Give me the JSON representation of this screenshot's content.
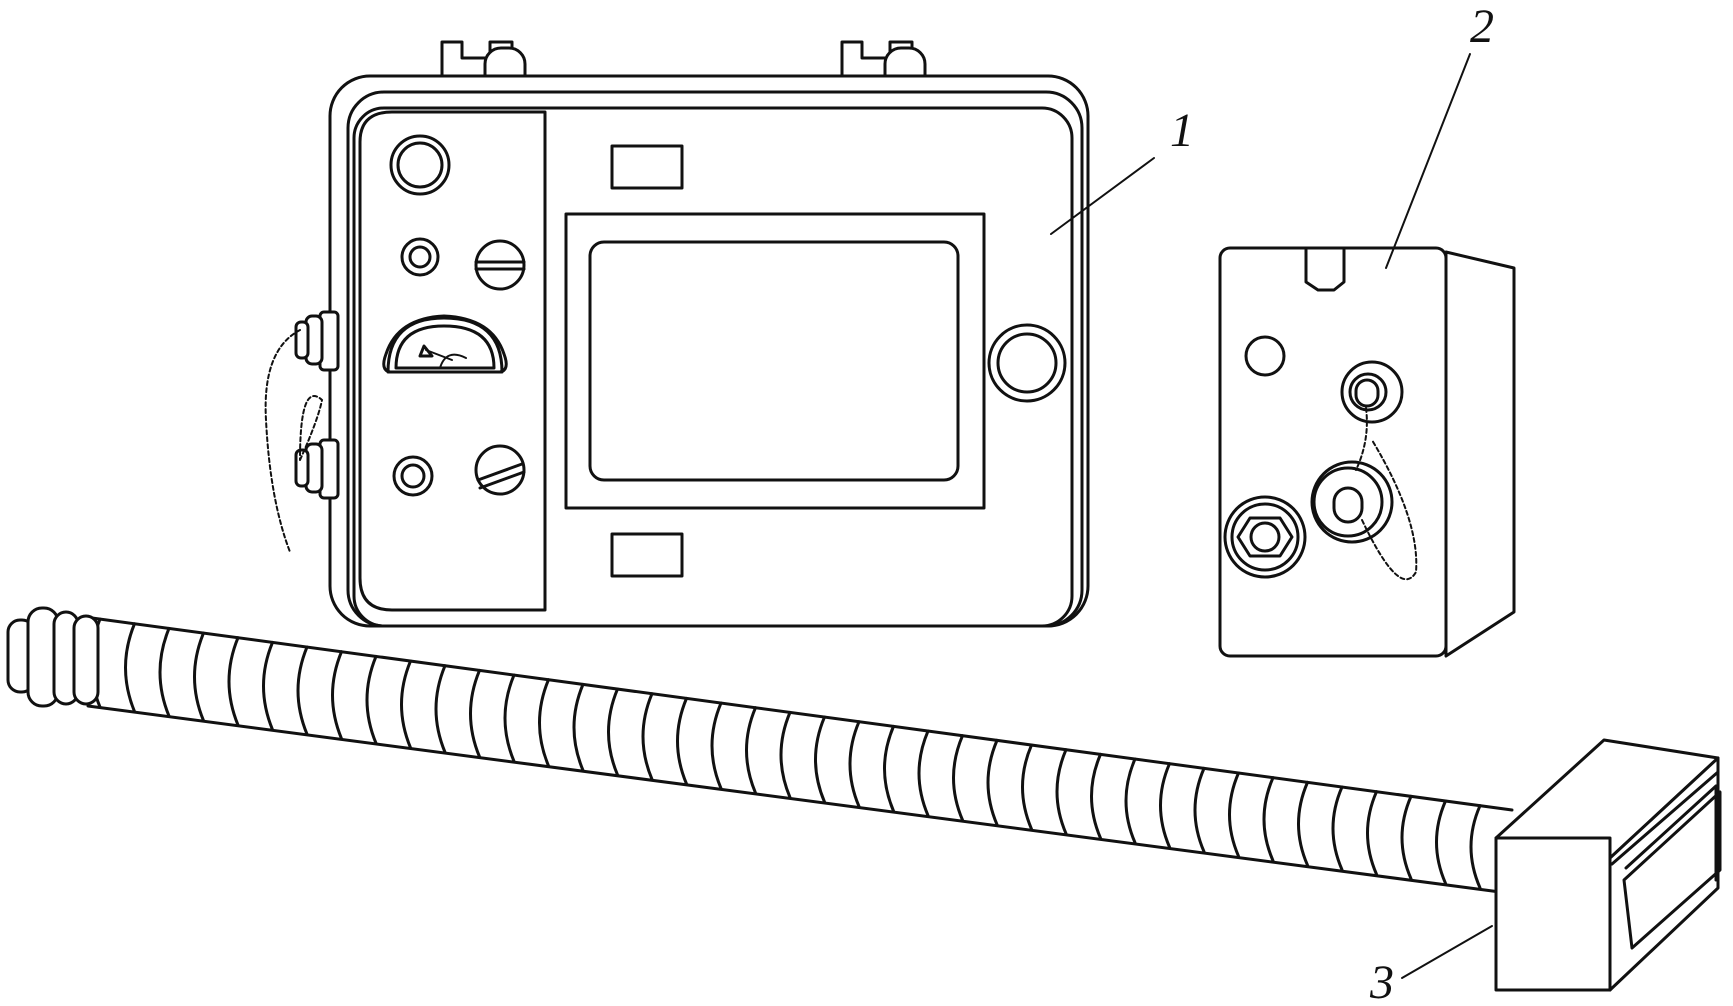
{
  "figure": {
    "callouts": [
      {
        "id": "1",
        "label": "1",
        "refers_to": "main-instrument-unit"
      },
      {
        "id": "2",
        "label": "2",
        "refers_to": "connector-box"
      },
      {
        "id": "3",
        "label": "3",
        "refers_to": "probe-with-flexible-hose"
      }
    ],
    "line_color": "#111111",
    "background_color": "#ffffff"
  }
}
